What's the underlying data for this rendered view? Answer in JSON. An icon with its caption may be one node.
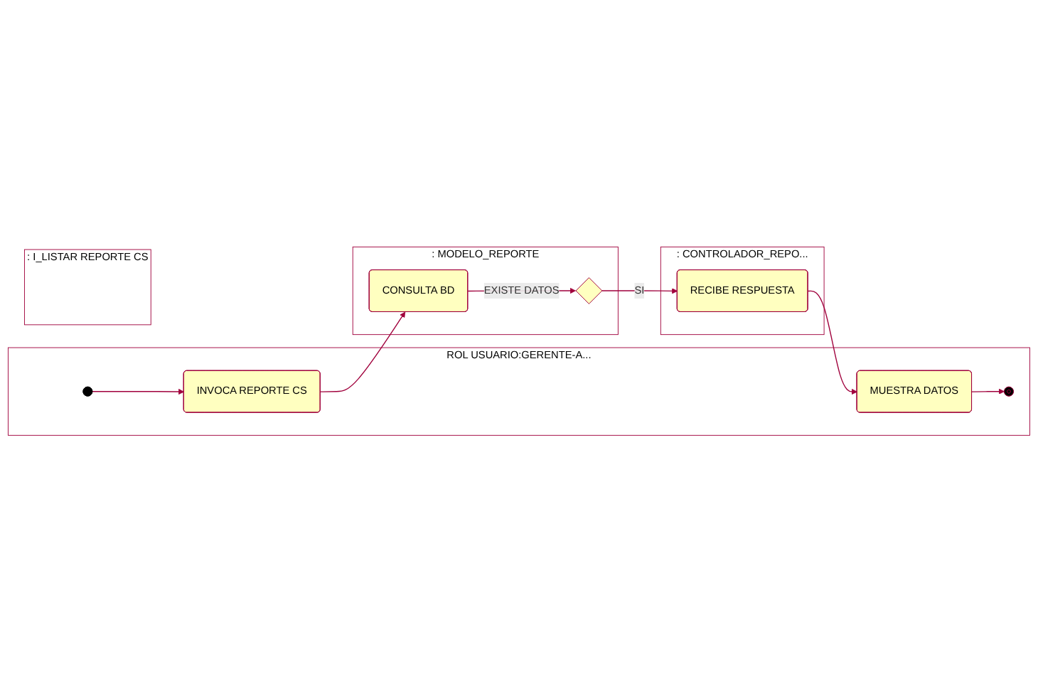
{
  "diagram": {
    "nodes": [
      {
        "text": [
          "ROL USUARIO:GERENTE-A..."
        ]
      },
      {
        "text": [
          ": I_LISTAR REPORTE CS"
        ]
      },
      {
        "text": [
          ": CONTROLADOR_REPO..."
        ]
      },
      {
        "text": [
          ": MODELO_REPORTE"
        ]
      },
      {
        "text": [],
        "shape": "circle",
        "in": 0
      },
      {
        "text": [
          "INVOCA REPORTE CS"
        ],
        "in": 0
      },
      {
        "text": [
          "CONSULTA BD"
        ],
        "in": 3
      },
      {
        "text": [],
        "shape": "diamond",
        "in": 3
      },
      {
        "text": [
          "RECIBE RESPUESTA"
        ],
        "in": 2
      },
      {
        "text": [
          "MUESTRA DATOS"
        ],
        "in": 0
      },
      {
        "text": [],
        "shape": "circle",
        "in": 0
      }
    ],
    "edges": [
      {
        "from": 4,
        "to": 5,
        "arrow": "to"
      },
      {
        "from": 5,
        "to": 6,
        "arrow": "to"
      },
      {
        "from": 6,
        "to": 7,
        "arrow": "to",
        "label": "EXISTE DATOS"
      },
      {
        "from": 7,
        "to": 8,
        "arrow": "to",
        "label": "SI"
      },
      {
        "from": 8,
        "to": 9,
        "arrow": "to"
      },
      {
        "from": 9,
        "to": 10,
        "arrow": "to"
      }
    ]
  }
}
